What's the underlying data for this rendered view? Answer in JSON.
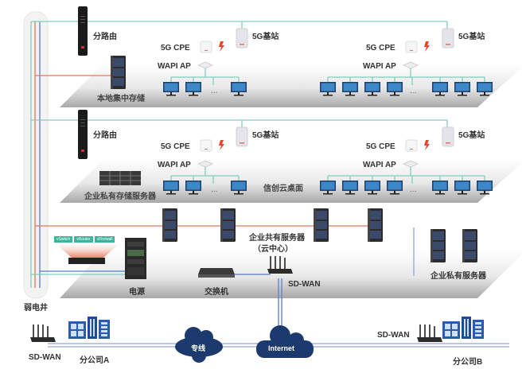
{
  "diagram": {
    "shaft_label": "弱电井",
    "floors": [
      {
        "router_label": "分路由",
        "storage_label": "本地集中存储",
        "groups": [
          {
            "base_station_label": "5G基站",
            "cpe_label": "5G CPE",
            "ap_label": "WAPI AP",
            "ellipsis": "..."
          },
          {
            "base_station_label": "5G基站",
            "cpe_label": "5G CPE",
            "ap_label": "WAPI AP",
            "ellipsis": "..."
          }
        ]
      },
      {
        "router_label": "分路由",
        "storage_label": "企业私有存储服务器",
        "desktop_label": "信创云桌面",
        "groups": [
          {
            "base_station_label": "5G基站",
            "cpe_label": "5G CPE",
            "ap_label": "WAPI AP",
            "ellipsis": "..."
          },
          {
            "base_station_label": "5G基站",
            "cpe_label": "5G CPE",
            "ap_label": "WAPI AP",
            "ellipsis": "..."
          }
        ]
      },
      {
        "virtual_functions": [
          "vSwitch",
          "vRouter",
          "vFirewall"
        ],
        "power_label": "电源",
        "switch_label": "交换机",
        "sdwan_label": "SD-WAN",
        "shared_servers_label": "企业共有服务器",
        "shared_servers_sublabel": "（云中心）",
        "private_servers_label": "企业私有服务器"
      }
    ],
    "wan": {
      "branch_a_label": "分公司A",
      "branch_a_sdwan": "SD-WAN",
      "leased_line_label": "专线",
      "internet_label": "Internet",
      "branch_b_label": "分公司B",
      "branch_b_sdwan": "SD-WAN"
    },
    "colors": {
      "teal_line": "#7fcfbf",
      "red_line": "#e8735a",
      "blue_line": "#5a7fc8",
      "cloud": "#1c3a6e",
      "building": "#2a5cae"
    }
  }
}
